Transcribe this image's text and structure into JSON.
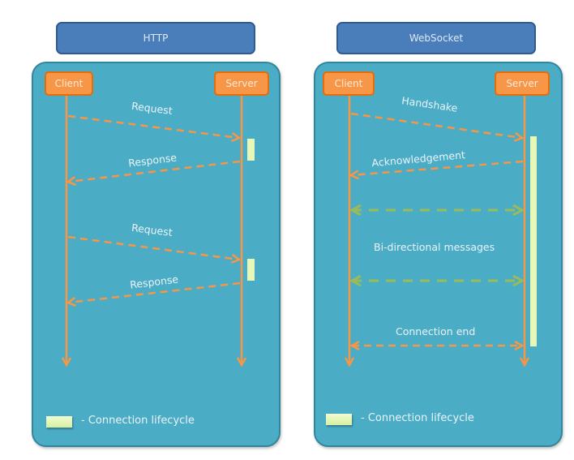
{
  "colors": {
    "title_bar": "#4a7ebb",
    "panel": "#4bacc6",
    "actor": "#f79646",
    "arrow_orange": "#f79646",
    "arrow_green": "#9bbb59",
    "lifecycle": "#e6f7b8"
  },
  "http": {
    "title": "HTTP",
    "client_label": "Client",
    "server_label": "Server",
    "messages": [
      {
        "label": "Request",
        "direction": "client-to-server"
      },
      {
        "label": "Response",
        "direction": "server-to-client"
      },
      {
        "label": "Request",
        "direction": "client-to-server"
      },
      {
        "label": "Response",
        "direction": "server-to-client"
      }
    ],
    "legend": "- Connection lifecycle"
  },
  "websocket": {
    "title": "WebSocket",
    "client_label": "Client",
    "server_label": "Server",
    "messages": [
      {
        "label": "Handshake",
        "direction": "client-to-server"
      },
      {
        "label": "Acknowledgement",
        "direction": "server-to-client"
      },
      {
        "label": "Bi-directional messages",
        "direction": "both"
      },
      {
        "label": "Connection end",
        "direction": "both"
      }
    ],
    "legend": "- Connection lifecycle"
  }
}
